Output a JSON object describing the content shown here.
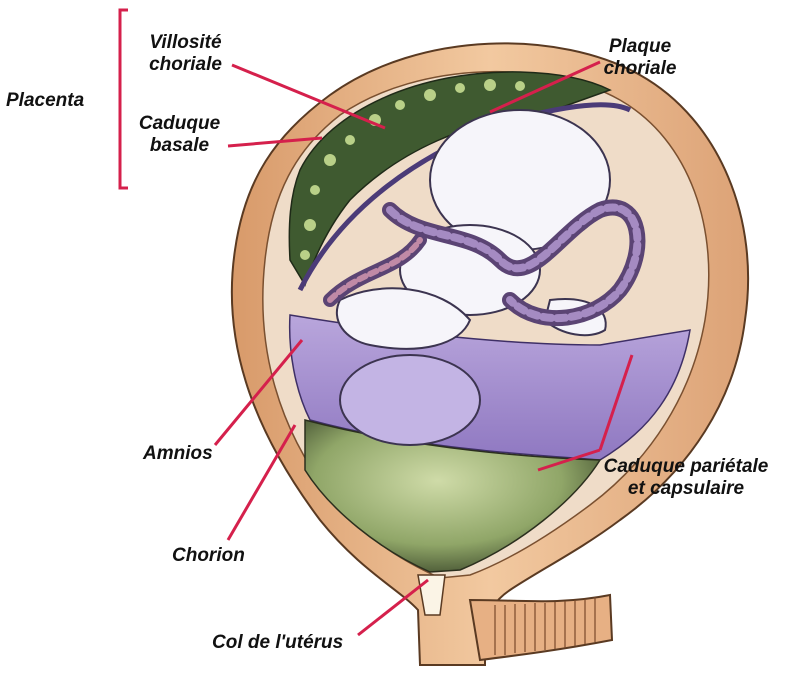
{
  "labels": {
    "placenta": "Placenta",
    "villosite_line1": "Villosité",
    "villosite_line2": "choriale",
    "caduque_basale_line1": "Caduque",
    "caduque_basale_line2": "basale",
    "plaque_line1": "Plaque",
    "plaque_line2": "choriale",
    "amnios": "Amnios",
    "chorion": "Chorion",
    "caduque_parietale_line1": "Caduque pariétale",
    "caduque_parietale_line2": "et capsulaire",
    "col": "Col de l'utérus"
  },
  "colors": {
    "leader_line": "#d5204c",
    "bracket": "#d5204c",
    "uterine_wall": "#e9b98f",
    "wall_outline": "#5a3a22",
    "placenta": "#4a6a3a",
    "amniotic_purple": "#9d86c9",
    "amniotic_green": "#8ea06a",
    "cord": "#7c5f8e",
    "fetus": "#f4f4f8"
  }
}
